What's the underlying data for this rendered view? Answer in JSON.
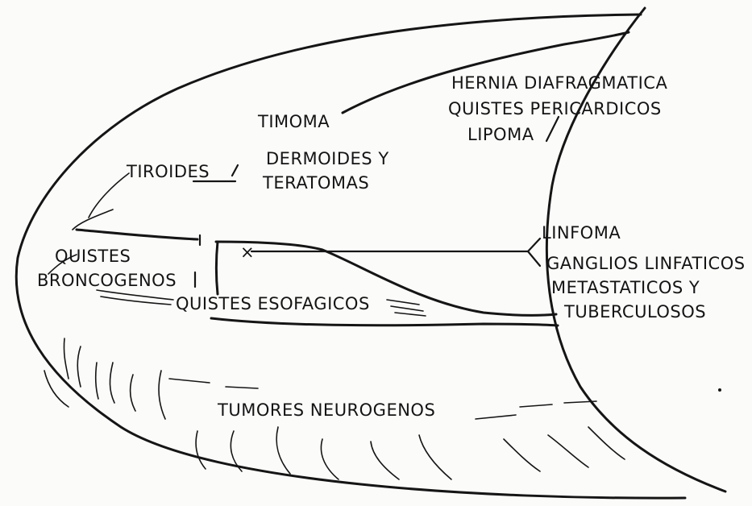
{
  "diagram": {
    "labels": {
      "hernia": "HERNIA DIAFRAGMATICA",
      "quistes_pericardicos": "QUISTES PERICARDICOS",
      "lipoma": "LIPOMA",
      "timoma": "TIMOMA",
      "tiroides": "TIROIDES",
      "dermoides_1": "DERMOIDES Y",
      "dermoides_2": "TERATOMAS",
      "linfoma": "LINFOMA",
      "ganglios_1": "GANGLIOS LINFATICOS",
      "ganglios_2": "METASTATICOS Y",
      "ganglios_3": "TUBERCULOSOS",
      "quistes_bronco_1": "QUISTES",
      "quistes_bronco_2": "BRONCOGENOS",
      "quistes_esofagicos": "QUISTES ESOFAGICOS",
      "tumores_neurogenos": "TUMORES NEUROGENOS",
      "marker": "×"
    }
  }
}
